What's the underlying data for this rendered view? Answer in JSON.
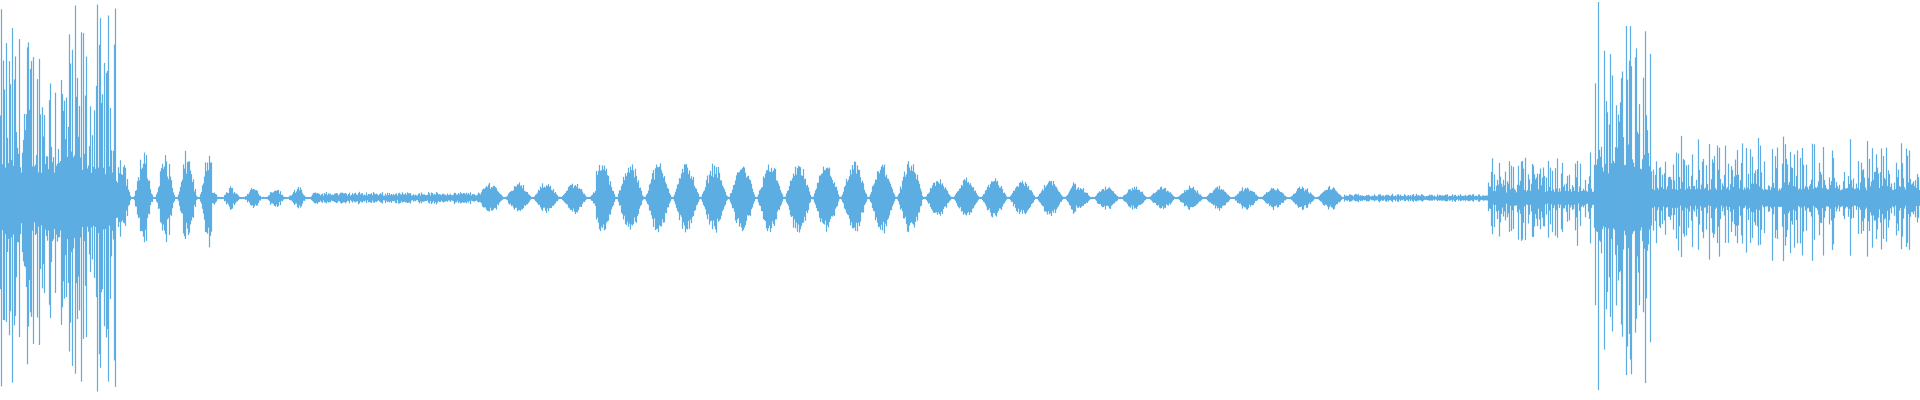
{
  "waveform": {
    "color": "#5DADE2",
    "background": "#FFFFFF",
    "duration_fraction_segments": [
      {
        "start": 0.0,
        "end": 0.06,
        "level": 0.95,
        "style": "spiky"
      },
      {
        "start": 0.06,
        "end": 0.11,
        "level": 0.25,
        "style": "bursts"
      },
      {
        "start": 0.11,
        "end": 0.165,
        "level": 0.06,
        "style": "bursts"
      },
      {
        "start": 0.165,
        "end": 0.25,
        "level": 0.03,
        "style": "quiet"
      },
      {
        "start": 0.25,
        "end": 0.31,
        "level": 0.08,
        "style": "blobs"
      },
      {
        "start": 0.31,
        "end": 0.48,
        "level": 0.18,
        "style": "blobs"
      },
      {
        "start": 0.48,
        "end": 0.56,
        "level": 0.1,
        "style": "blobs"
      },
      {
        "start": 0.56,
        "end": 0.7,
        "level": 0.06,
        "style": "blobs"
      },
      {
        "start": 0.7,
        "end": 0.775,
        "level": 0.02,
        "style": "quiet"
      },
      {
        "start": 0.775,
        "end": 0.83,
        "level": 0.22,
        "style": "spiky"
      },
      {
        "start": 0.83,
        "end": 0.86,
        "level": 1.0,
        "style": "spiky"
      },
      {
        "start": 0.86,
        "end": 1.0,
        "level": 0.3,
        "style": "spiky"
      }
    ]
  }
}
